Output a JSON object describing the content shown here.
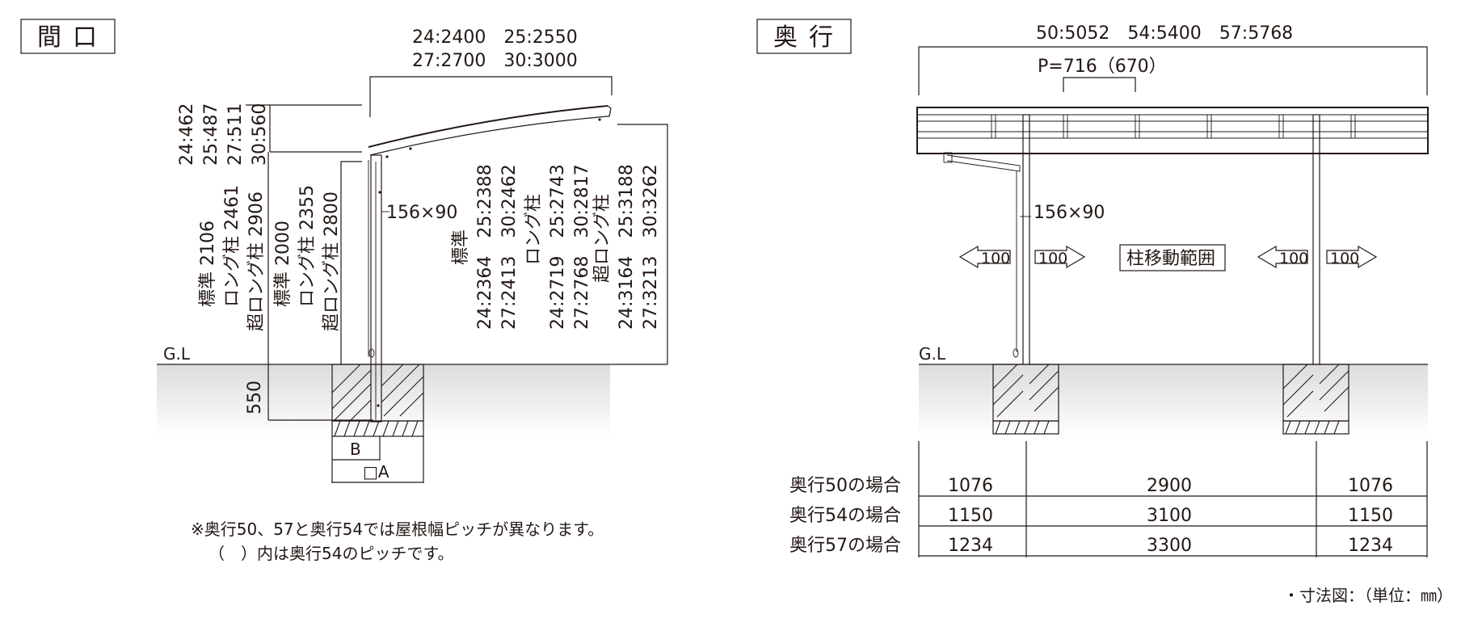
{
  "left_panel": {
    "title": "間口",
    "width_dims": [
      "24:2400　25:2550",
      "27:2700　30:3000"
    ],
    "roof_rise_dims": [
      "24:462",
      "25:487",
      "27:511",
      "30:560"
    ],
    "height_group_a": [
      "標準 2106",
      "ロング柱 2461",
      "超ロング柱 2906"
    ],
    "height_group_b": [
      "標準 2000",
      "ロング柱 2355",
      "超ロング柱 2800"
    ],
    "post_size": "156×90",
    "overall_heights": [
      "標準",
      "24:2364　25:2388",
      "27:2413　30:2462",
      "ロング柱",
      "24:2719　25:2743",
      "27:2768　30:2817",
      "超ロング柱",
      "24:3164　25:3188",
      "27:3213　30:3262"
    ],
    "ground_label": "G.L",
    "foundation_depth": "550",
    "b_label": "B",
    "a_label": "□A",
    "notes": [
      "※奥行50、57と奥行54では屋根幅ピッチが異なります。",
      "（　）内は奥行54のピッチです。"
    ]
  },
  "right_panel": {
    "title": "奥行",
    "depth_dims": "50:5052　54:5400　57:5768",
    "pitch": "P=716（670）",
    "post_size": "156×90",
    "arrow_value": "100",
    "move_range_label": "柱移動範囲",
    "ground_label": "G.L",
    "table": {
      "rows": [
        {
          "label": "奥行50の場合",
          "values": [
            "1076",
            "2900",
            "1076"
          ]
        },
        {
          "label": "奥行54の場合",
          "values": [
            "1150",
            "3100",
            "1150"
          ]
        },
        {
          "label": "奥行57の場合",
          "values": [
            "1234",
            "3300",
            "1234"
          ]
        }
      ]
    }
  },
  "footer_note": "・寸法図：（単位：㎜）",
  "colors": {
    "line": "#231815",
    "ground_top": "#e0e0e0",
    "ground_bottom": "#ffffff"
  }
}
